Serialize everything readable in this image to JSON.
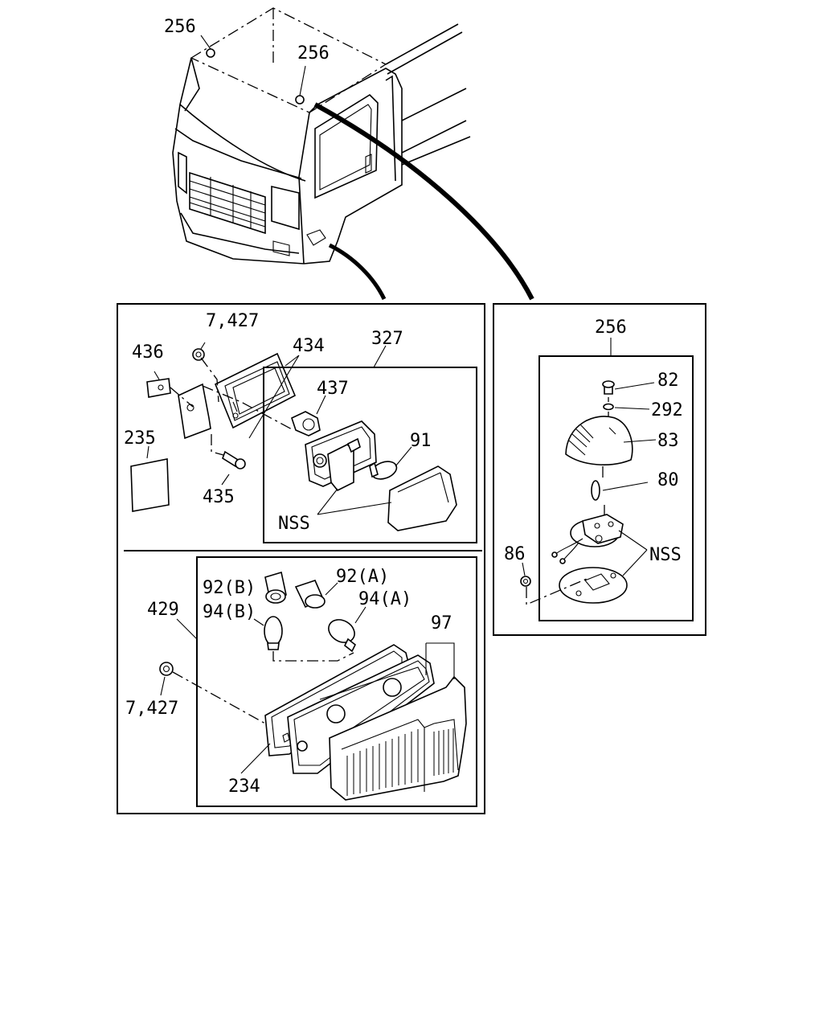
{
  "labels": {
    "cab_marker_left": "256",
    "cab_marker_right": "256",
    "side_lamp_bolt_top": "7,427",
    "side_lamp_bracket": "436",
    "side_lamp_housing": "434",
    "side_lamp_assembly": "327",
    "side_lamp_socket": "437",
    "side_lamp_bulb": "91",
    "side_lamp_gasket": "235",
    "side_lamp_screw": "435",
    "side_lamp_nss": "NSS",
    "rear_bulb_92b": "92(B)",
    "rear_bulb_92a": "92(A)",
    "rear_bulb_94b": "94(B)",
    "rear_bulb_94a": "94(A)",
    "rear_lamp_assembly": "429",
    "rear_lens": "97",
    "rear_nut": "7,427",
    "rear_gasket": "234",
    "marker_assembly": "256",
    "marker_screw": "82",
    "marker_washer": "292",
    "marker_lens": "83",
    "marker_bulb": "80",
    "marker_nut": "86",
    "marker_nss": "NSS"
  }
}
